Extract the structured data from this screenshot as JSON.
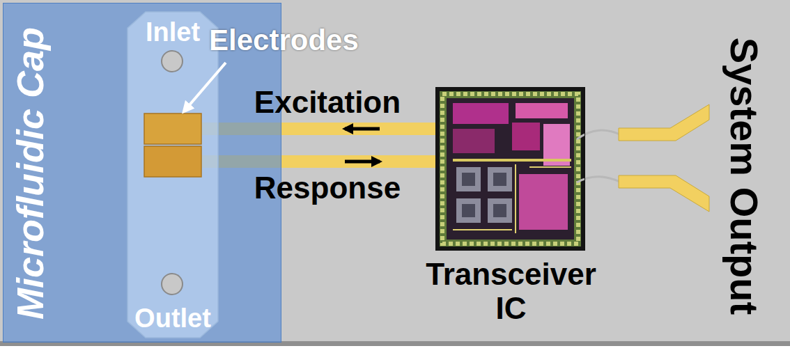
{
  "diagram": {
    "nodes": [
      {
        "text": [
          "Microfluidic Cap"
        ]
      },
      {
        "text": [
          "Inlet",
          "Outlet"
        ],
        "in": 0
      },
      {
        "text": [
          "Transceiver IC"
        ]
      }
    ],
    "edges": [
      {
        "from": 2,
        "to": 1,
        "arrow": "to",
        "label": "Excitation"
      },
      {
        "from": 1,
        "to": 2,
        "arrow": "to",
        "label": "Response"
      }
    ],
    "labels": [
      "Electrodes",
      "System Output"
    ]
  }
}
